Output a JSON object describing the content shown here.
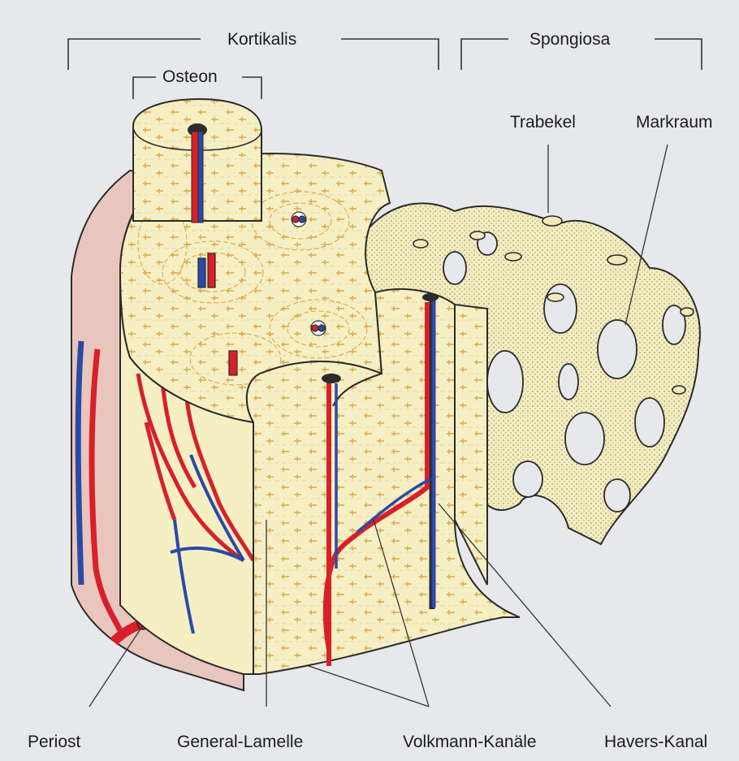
{
  "labels": {
    "kortikalis": "Kortikalis",
    "spongiosa": "Spongiosa",
    "osteon": "Osteon",
    "trabekel": "Trabekel",
    "markraum": "Markraum",
    "periost": "Periost",
    "general_lamelle": "General-Lamelle",
    "volkmann_kanaele": "Volkmann-Kanäle",
    "havers_kanal": "Havers-Kanal"
  },
  "colors": {
    "background": "#e6e8ec",
    "bone": "#f6efc4",
    "bone_shadow": "#e3d9a6",
    "lamella_lines": "#d9a94a",
    "periosteum": "#e9c6bd",
    "artery": "#d8202a",
    "vein": "#2a4aa8",
    "outline": "#2b2b2b"
  }
}
